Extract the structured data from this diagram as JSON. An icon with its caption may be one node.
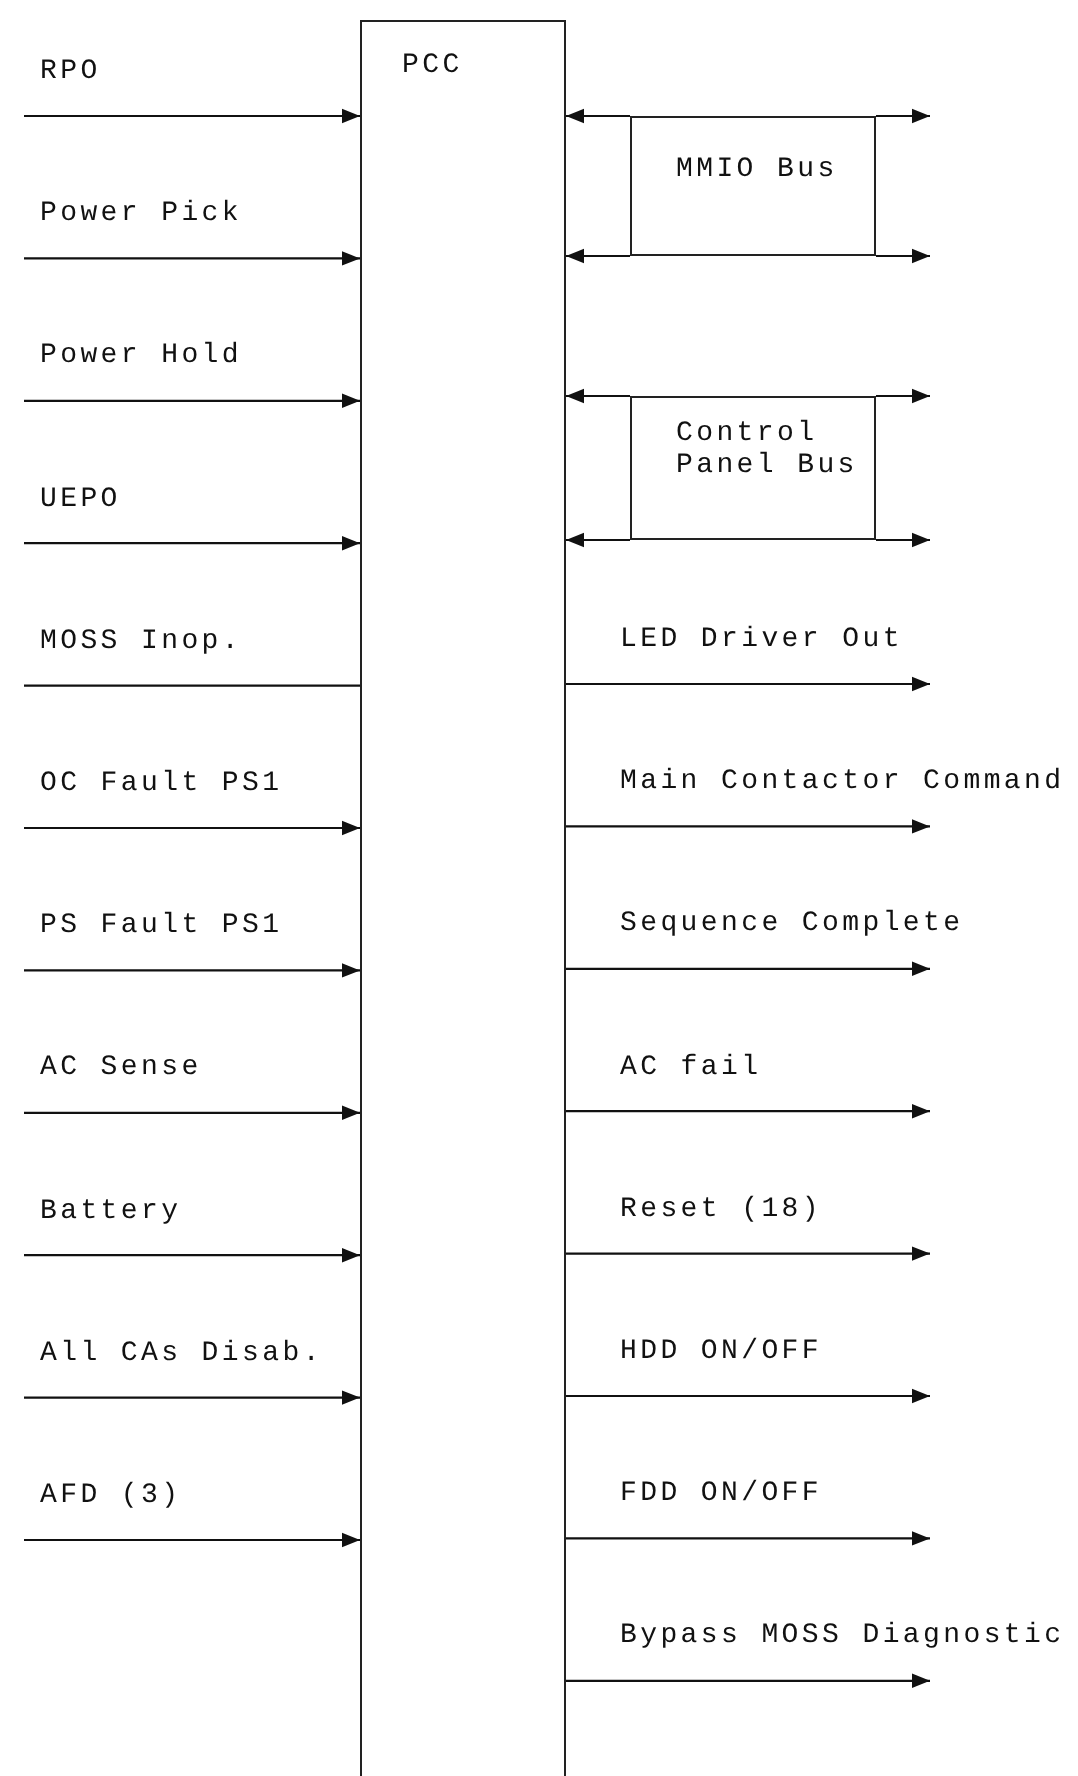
{
  "diagram": {
    "nodes": [
      {
        "text": [
          "PCC"
        ]
      },
      {
        "text": [
          "MMIO Bus"
        ]
      },
      {
        "text": [
          "Control Panel Bus"
        ]
      }
    ],
    "edges": [
      {
        "from": null,
        "to": 0,
        "arrow": "to",
        "label": "RPO"
      },
      {
        "from": null,
        "to": 0,
        "arrow": "to",
        "label": "Power Pick"
      },
      {
        "from": null,
        "to": 0,
        "arrow": "to",
        "label": "Power Hold"
      },
      {
        "from": null,
        "to": 0,
        "arrow": "to",
        "label": "UEPO"
      },
      {
        "from": null,
        "to": 0,
        "arrow": "none",
        "label": "MOSS Inop."
      },
      {
        "from": null,
        "to": 0,
        "arrow": "to",
        "label": "OC Fault PS1"
      },
      {
        "from": null,
        "to": 0,
        "arrow": "to",
        "label": "PS Fault PS1"
      },
      {
        "from": null,
        "to": 0,
        "arrow": "to",
        "label": "AC Sense"
      },
      {
        "from": null,
        "to": 0,
        "arrow": "to",
        "label": "Battery"
      },
      {
        "from": null,
        "to": 0,
        "arrow": "to",
        "label": "All CAs Disab."
      },
      {
        "from": null,
        "to": 0,
        "arrow": "to",
        "label": "AFD (3)"
      },
      {
        "from": 1,
        "to": 0,
        "arrow": "to"
      },
      {
        "from": 1,
        "to": null,
        "arrow": "to"
      },
      {
        "from": 1,
        "to": 0,
        "arrow": "to"
      },
      {
        "from": 1,
        "to": null,
        "arrow": "to"
      },
      {
        "from": 2,
        "to": 0,
        "arrow": "to"
      },
      {
        "from": 2,
        "to": null,
        "arrow": "to"
      },
      {
        "from": 2,
        "to": 0,
        "arrow": "to"
      },
      {
        "from": 2,
        "to": null,
        "arrow": "to"
      },
      {
        "from": 0,
        "to": null,
        "arrow": "to",
        "label": "LED Driver Out"
      },
      {
        "from": 0,
        "to": null,
        "arrow": "to",
        "label": "Main Contactor Command"
      },
      {
        "from": 0,
        "to": null,
        "arrow": "to",
        "label": "Sequence Complete"
      },
      {
        "from": 0,
        "to": null,
        "arrow": "to",
        "label": "AC fail"
      },
      {
        "from": 0,
        "to": null,
        "arrow": "to",
        "label": "Reset (18)"
      },
      {
        "from": 0,
        "to": null,
        "arrow": "to",
        "label": "HDD ON/OFF"
      },
      {
        "from": 0,
        "to": null,
        "arrow": "to",
        "label": "FDD ON/OFF"
      },
      {
        "from": 0,
        "to": null,
        "arrow": "to",
        "label": "Bypass MOSS Diagnostic"
      }
    ]
  }
}
